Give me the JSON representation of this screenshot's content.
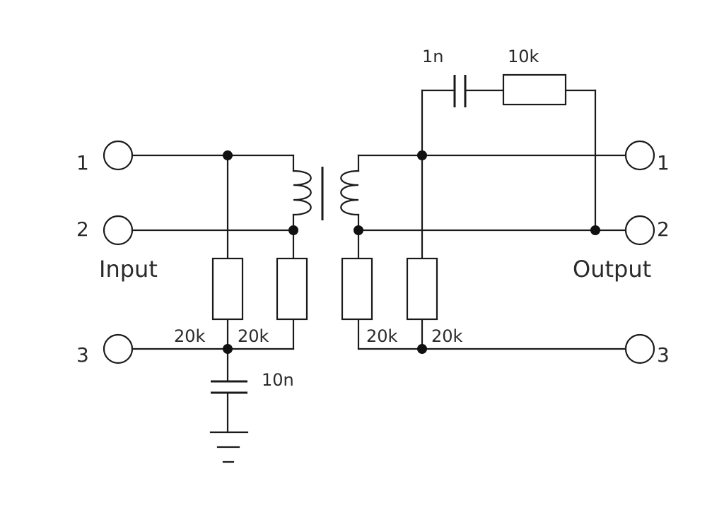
{
  "input": {
    "label": "Input",
    "pins": [
      "1",
      "2",
      "3"
    ]
  },
  "output": {
    "label": "Output",
    "pins": [
      "1",
      "2",
      "3"
    ]
  },
  "resistors": {
    "input_pin1_to_pin3": "20k",
    "input_pin2_to_pin3": "20k",
    "output_pin2_to_pin3": "20k",
    "output_pin1_to_pin3": "20k",
    "feedback": "10k"
  },
  "capacitors": {
    "ground": "10n",
    "feedback": "1n"
  }
}
